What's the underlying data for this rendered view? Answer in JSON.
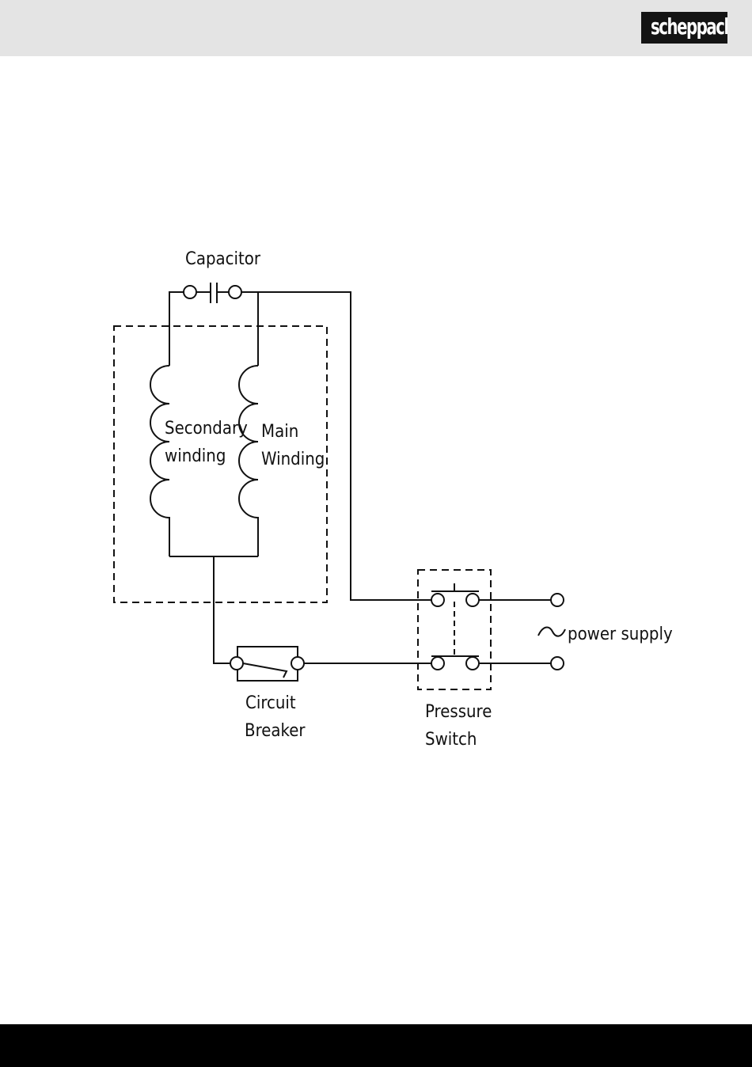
{
  "header": {
    "brand": "scheppach"
  },
  "diagram": {
    "capacitor": "Capacitor",
    "secondary_winding": [
      "Secondary",
      "winding"
    ],
    "main_winding": [
      "Main",
      "Winding"
    ],
    "circuit_breaker": [
      "Circuit",
      "Breaker"
    ],
    "pressure_switch": [
      "Pressure",
      "Switch"
    ],
    "power_supply": "power supply",
    "power_symbol": "~"
  },
  "colors": {
    "header_bg": "#e4e4e4",
    "logo_bg": "#141414",
    "footer_bg": "#000000",
    "line": "#111111"
  }
}
